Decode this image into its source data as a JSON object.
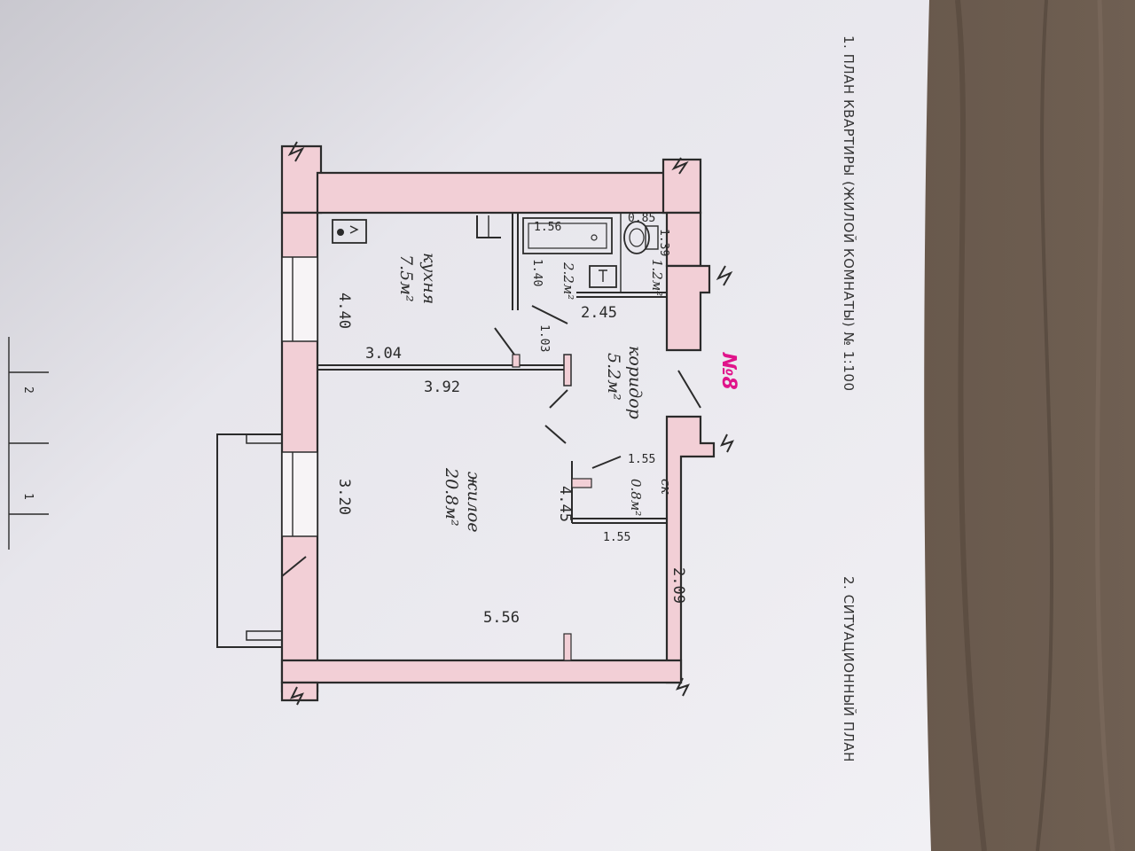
{
  "header": {
    "plan_title": "1. ПЛАН КВАРТИРЫ (ЖИЛОЙ КОМНАТЫ) № 1:100",
    "situation_title": "2. СИТУАЦИОННЫЙ ПЛАН"
  },
  "apartment_number": "№8",
  "rooms": {
    "kitchen": {
      "name": "кухня",
      "area": "7.5м²"
    },
    "corridor": {
      "name": "коридор",
      "area": "5.2м²"
    },
    "living": {
      "name": "жилое",
      "area": "20.8м²"
    },
    "bath": {
      "area": "2.2м²"
    },
    "wc": {
      "area": "1.2м²"
    },
    "closet": {
      "name": "ск",
      "area": "0.8м²"
    }
  },
  "dimensions": {
    "kitchen_depth": "4.40",
    "kitchen_width": "3.04",
    "living_width": "3.92",
    "living_left": "3.20",
    "living_depth": "5.56",
    "bath_len": "1.56",
    "wc_w": "0.85",
    "wc_l": "1.39",
    "bath_w": "1.40",
    "door_gap": "1.03",
    "corr_len": "2.45",
    "closet_top": "1.55",
    "closet_bot": "1.55",
    "living_mid": "4.45",
    "right_wall": "2.09"
  },
  "sheet_marks": {
    "mark_top": "2",
    "mark_bottom": "1"
  }
}
